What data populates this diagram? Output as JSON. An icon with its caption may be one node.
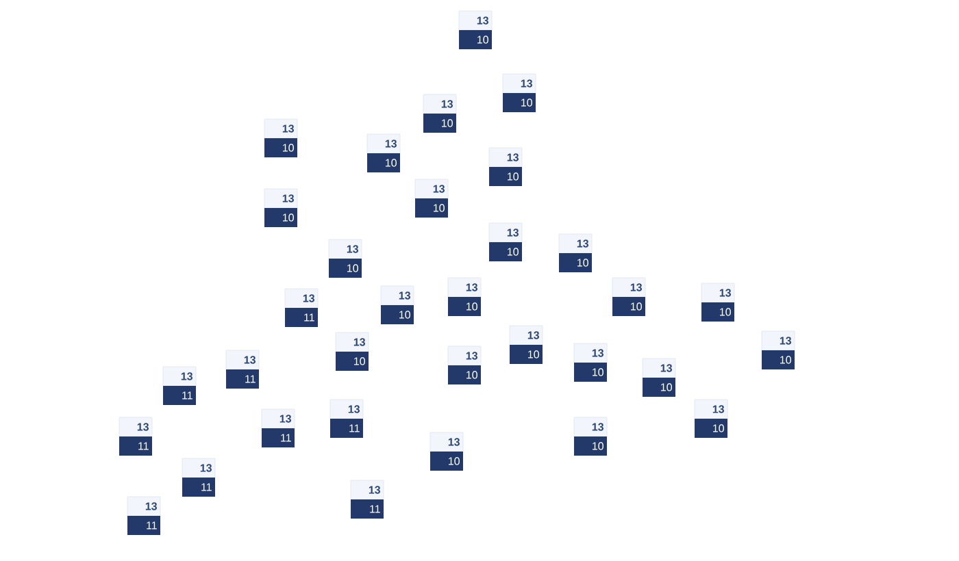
{
  "diagram": {
    "nodes": [
      {
        "text": [
          "13",
          "10"
        ]
      },
      {
        "text": [
          "13",
          "10"
        ]
      },
      {
        "text": [
          "13",
          "10"
        ]
      },
      {
        "text": [
          "13",
          "10"
        ]
      },
      {
        "text": [
          "13",
          "10"
        ]
      },
      {
        "text": [
          "13",
          "10"
        ]
      },
      {
        "text": [
          "13",
          "10"
        ]
      },
      {
        "text": [
          "13",
          "10"
        ]
      },
      {
        "text": [
          "13",
          "10"
        ]
      },
      {
        "text": [
          "13",
          "10"
        ]
      },
      {
        "text": [
          "13",
          "10"
        ]
      },
      {
        "text": [
          "13",
          "10"
        ]
      },
      {
        "text": [
          "13",
          "10"
        ]
      },
      {
        "text": [
          "13",
          "10"
        ]
      },
      {
        "text": [
          "13",
          "11"
        ]
      },
      {
        "text": [
          "13",
          "10"
        ]
      },
      {
        "text": [
          "13",
          "10"
        ]
      },
      {
        "text": [
          "13",
          "10"
        ]
      },
      {
        "text": [
          "13",
          "10"
        ]
      },
      {
        "text": [
          "13",
          "10"
        ]
      },
      {
        "text": [
          "13",
          "10"
        ]
      },
      {
        "text": [
          "13",
          "11"
        ]
      },
      {
        "text": [
          "13",
          "10"
        ]
      },
      {
        "text": [
          "13",
          "11"
        ]
      },
      {
        "text": [
          "13",
          "10"
        ]
      },
      {
        "text": [
          "13",
          "11"
        ]
      },
      {
        "text": [
          "13",
          "11"
        ]
      },
      {
        "text": [
          "13",
          "11"
        ]
      },
      {
        "text": [
          "13",
          "10"
        ]
      },
      {
        "text": [
          "13",
          "10"
        ]
      },
      {
        "text": [
          "13",
          "11"
        ]
      },
      {
        "text": [
          "13",
          "11"
        ]
      },
      {
        "text": [
          "13",
          "11"
        ]
      }
    ]
  }
}
